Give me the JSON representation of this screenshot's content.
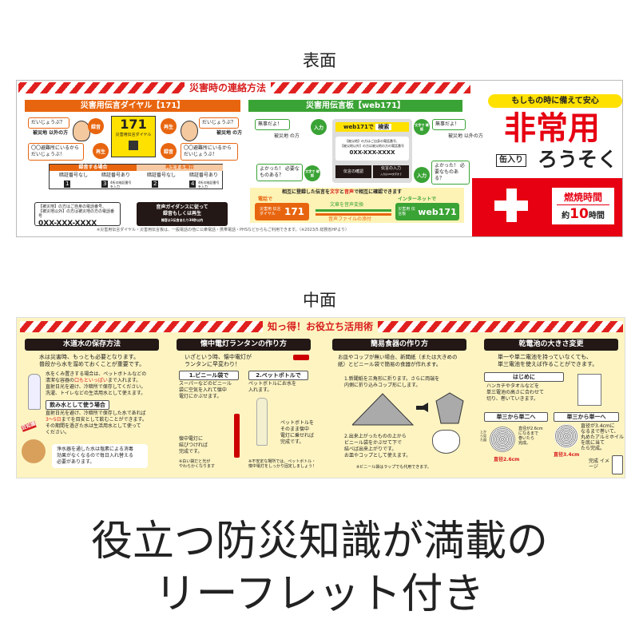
{
  "labels": {
    "front": "表面",
    "inner": "中面"
  },
  "front": {
    "title": "災害時の連絡方法",
    "dial": {
      "header": "災害用伝言ダイヤル【171】",
      "center_number": "171",
      "center_label": "災害用伝言ダイヤル",
      "bubble_tl": "だいじょうぶ？",
      "bubble_bl": "〇〇避難所にいるから だいじょうぶ！",
      "bubble_tr": "だいじょうぶ？",
      "bubble_br": "〇〇避難所にいるから だいじょうぶ！",
      "person_left": "被災地 以外の方",
      "person_right": "被災地 の方",
      "record": "録音",
      "play": "再生",
      "table": {
        "rec_header": "録音する場合",
        "play_header": "再生する場合",
        "pin_none": "暗証番号なし",
        "pin_yes": "暗証番号あり",
        "cells": [
          "1",
          "3",
          "2",
          "4"
        ],
        "pin_note": "4桁の暗証番号 を入力"
      },
      "number_box": {
        "line1": "【被災地】の方はご自身の電話番号、",
        "line2": "【被災地以外】の方は被災地の方の電話番号",
        "number": "0XX-XXX-XXXX"
      },
      "guide_box": {
        "line1": "音声ガイダンスに従って",
        "line2": "録音もしくは再生",
        "line3": "録音は1伝言あたり30秒以内"
      }
    },
    "web": {
      "header": "災害用伝言板【web171】",
      "search": "web171で",
      "search_btn": "検索",
      "bubble_tl": "無事だよ！",
      "bubble_bl": "よかった！ 必要なものある？",
      "bubble_tr": "無事だよ！",
      "bubble_br": "よかった！ 必要なものある？",
      "person_left": "被災地 の方",
      "person_right": "被災地 以外の方",
      "input": "入力",
      "text_confirm": "文字で 確認",
      "number_line1": "【被災地】の方はご自身の電話番号、",
      "number_line2": "【被災地以外】の方は被災地の方の電話番号",
      "number": "0XX-XXX-XXXX",
      "btn_confirm": "伝言の確認",
      "btn_input": "伝言の入力",
      "btn_input_note": "入力は100文字まで"
    },
    "mutual": {
      "headline_a": "相互に登録した伝言を",
      "headline_text": "文字",
      "headline_and": "と",
      "headline_voice": "音声",
      "headline_b": "で相互に確認できます",
      "phone": "電話で",
      "internet": "インターネットで",
      "left_box_small": "災害用 伝言ダイヤル",
      "left_box_big": "171",
      "right_box_small": "災害用 伝言板",
      "right_box_big": "web171",
      "arrow_top": "文章を音声変換",
      "arrow_bottom": "音声ファイルの添付"
    },
    "footnote": "※災害用伝言ダイヤル・災害用伝言板は、一般電話の他に公衆電話・携帯電話・PHSなどからもご利用できます。（※2023/5 総務省HPより）",
    "product": {
      "tagline": "もしもの時に備えて安心",
      "name": "非常用",
      "can": "缶入り",
      "candle": "ろうそく",
      "burn_label": "燃焼時間",
      "burn_prefix": "約",
      "burn_value": "10",
      "burn_unit": "時間"
    }
  },
  "inner": {
    "title": "知っ得！お役立ち活用術",
    "water": {
      "header": "水道水の保存方法",
      "intro": [
        "水は災害時、もっとも必要となります。",
        "普段から水を溜めておくことが重要です。"
      ],
      "p1": [
        "水をくみ置きする場合は、ペットボトルなどの",
        "清潔な容器の",
        "口もといっぱい",
        "まで入れます。",
        "直射日光を避け、冷暗所で保存してください。",
        "洗濯、トイレなどの生活用水として使えます。"
      ],
      "sub": "飲み水として使う場合",
      "p2": [
        "直射日光を避け、冷暗所で保存した水であれば",
        "3〜5日",
        "までを目安として飲むことができます。",
        "その期間を過ぎた水は生活用水として使って",
        "ください。"
      ],
      "badge": "豆知識",
      "tip": [
        "浄水器を通した水は塩素による消毒",
        "効果がなくなるので毎日入れ替える",
        "必要があります。"
      ]
    },
    "lantern": {
      "header": "懐中電灯ランタンの作り方",
      "intro": [
        "いざという時、懐中電灯が",
        "ランタンに早変わり！"
      ],
      "step1": "1.ビニール袋で",
      "step1_text": [
        "スーパーなどのビニール",
        "袋に空気を入れて懐中",
        "電灯にかぶせます。"
      ],
      "step1_done": [
        "懐中電灯に",
        "結びつければ",
        "完成です。"
      ],
      "step1_note": [
        "※白い袋だと光が",
        "やわらかくなります"
      ],
      "step2": "2.ペットボトルで",
      "step2_text": [
        "ペットボトルにお水を",
        "入れます。"
      ],
      "step2_done": [
        "ペットボトルを",
        "そのまま懐中",
        "電灯に乗せれば",
        "完成です。"
      ],
      "step2_note": [
        "※不安定な場所では、ペットボトル・",
        "懐中電灯をしっかり固定しましょう！"
      ]
    },
    "dish": {
      "header": "簡易食器の作り方",
      "intro": [
        "お皿やコップが無い場合、新聞紙（または大きめの",
        "紙）とビニール袋で簡易の食器が作れます。"
      ],
      "step1": [
        "1.新聞紙を三角形に折ります。さらに両端を",
        "内側に折り込みコップ形にします。"
      ],
      "step2": [
        "2.出来上がったものの上から",
        "ビニール袋をかぶせて下で",
        "結べば出来上がりです。",
        "お皿やコップとして使えます。"
      ],
      "note": "※ビニール袋はラップでも代用できます。"
    },
    "battery": {
      "header": "乾電池の大きさ変更",
      "intro": [
        "単一や単二電池を持っていなくても、",
        "単三電池を使えば作ることができます。"
      ],
      "first": "はじめに",
      "first_text": [
        "ハンカチやタオルなどを",
        "単三電池の高さに合わせて",
        "切り、巻いていきます。"
      ],
      "to2": "単三から単二へ",
      "to1": "単三から単一へ",
      "to2_text": [
        "直径が2.6cm",
        "になるまで",
        "巻いたら",
        "完成。"
      ],
      "to1_text": [
        "直径が3.4cmに",
        "なるまで巻いて、",
        "丸めたアルミホイル",
        "を底に当て",
        "たら完成。"
      ],
      "d2": "直径2.6cm",
      "d1": "直径3.4cm",
      "top": "上から見た図",
      "image": "完成 イメージ"
    }
  },
  "caption": {
    "line1": "役立つ防災知識が満載の",
    "line2": "リーフレット付き"
  },
  "colors": {
    "red": "#d81e1e",
    "orange": "#e8650f",
    "green": "#3aa335",
    "yellow": "#ffe100",
    "cream": "#fdf4c2"
  }
}
